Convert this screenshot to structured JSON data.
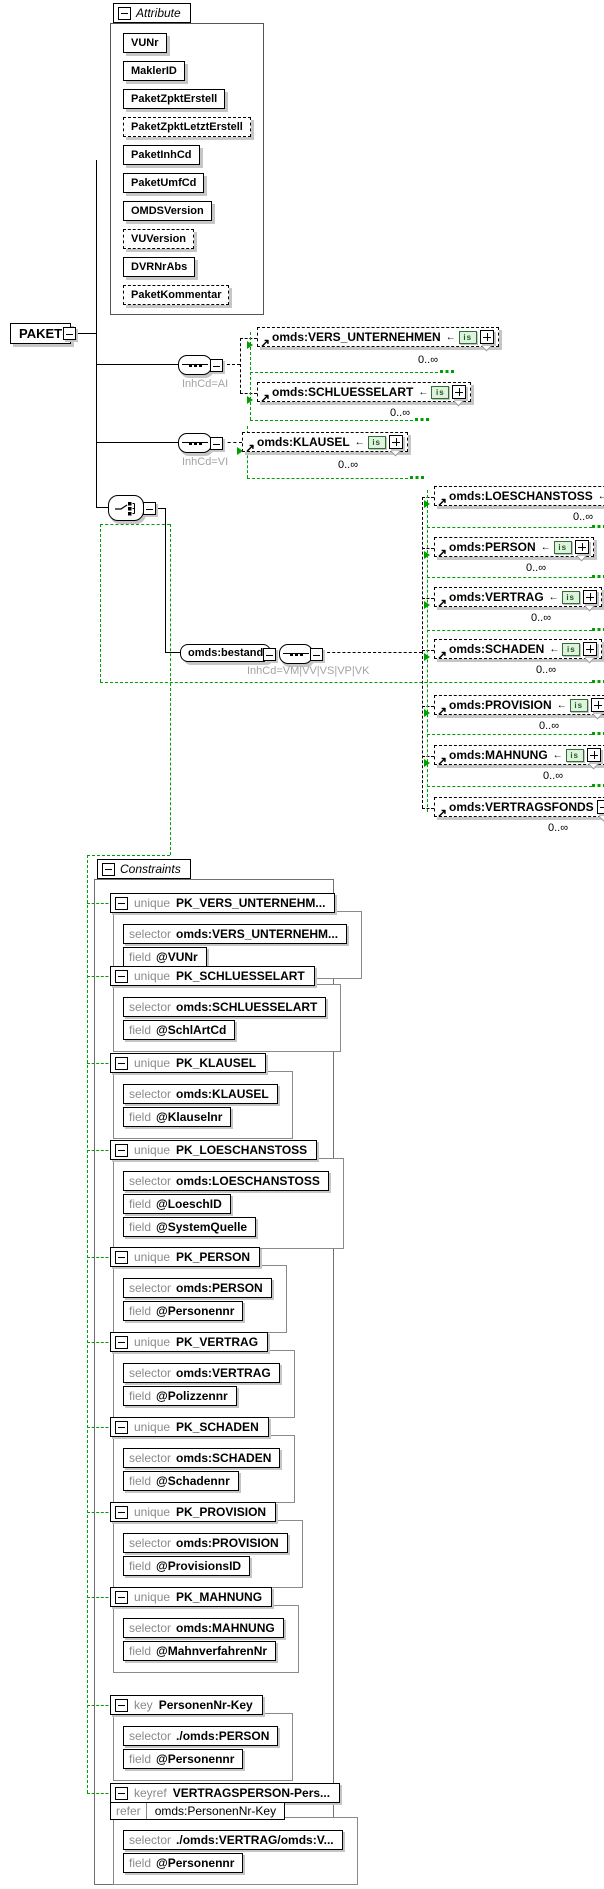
{
  "root": {
    "label": "PAKET"
  },
  "icons": {
    "reference_arrow": "↗",
    "left_arrow": "←"
  },
  "badges": {
    "reference": "is"
  },
  "attributes": {
    "header": "Attribute",
    "items": [
      {
        "label": "VUNr",
        "optional": false
      },
      {
        "label": "MaklerID",
        "optional": false
      },
      {
        "label": "PaketZpktErstell",
        "optional": false
      },
      {
        "label": "PaketZpktLetztErstell",
        "optional": true
      },
      {
        "label": "PaketInhCd",
        "optional": false
      },
      {
        "label": "PaketUmfCd",
        "optional": false
      },
      {
        "label": "OMDSVersion",
        "optional": false
      },
      {
        "label": "VUVersion",
        "optional": true
      },
      {
        "label": "DVRNrAbs",
        "optional": false
      },
      {
        "label": "PaketKommentar",
        "optional": true
      }
    ]
  },
  "branches": {
    "ai": {
      "condition": "InhCd=AI",
      "children": [
        {
          "label": "omds:VERS_UNTERNEHMEN",
          "occurs": "0..∞"
        },
        {
          "label": "omds:SCHLUESSELART",
          "occurs": "0..∞"
        }
      ]
    },
    "vi": {
      "condition": "InhCd=VI",
      "children": [
        {
          "label": "omds:KLAUSEL",
          "occurs": "0..∞"
        }
      ]
    },
    "bestand": {
      "label": "omds:bestand",
      "condition": "InhCd=VM|VV|VS|VP|VK",
      "children": [
        {
          "label": "omds:LOESCHANSTOSS",
          "occurs": "0..∞"
        },
        {
          "label": "omds:PERSON",
          "occurs": "0..∞"
        },
        {
          "label": "omds:VERTRAG",
          "occurs": "0..∞"
        },
        {
          "label": "omds:SCHADEN",
          "occurs": "0..∞"
        },
        {
          "label": "omds:PROVISION",
          "occurs": "0..∞"
        },
        {
          "label": "omds:MAHNUNG",
          "occurs": "0..∞"
        },
        {
          "label": "omds:VERTRAGSFONDS",
          "occurs": "0..∞"
        }
      ]
    }
  },
  "keywords": {
    "selector": "selector",
    "field": "field",
    "refer": "refer"
  },
  "constraints": {
    "header": "Constraints",
    "items": [
      {
        "kind": "unique",
        "name": "PK_VERS_UNTERNEHM...",
        "selector": "omds:VERS_UNTERNEHM...",
        "fields": [
          "@VUNr"
        ]
      },
      {
        "kind": "unique",
        "name": "PK_SCHLUESSELART",
        "selector": "omds:SCHLUESSELART",
        "fields": [
          "@SchlArtCd"
        ]
      },
      {
        "kind": "unique",
        "name": "PK_KLAUSEL",
        "selector": "omds:KLAUSEL",
        "fields": [
          "@Klauselnr"
        ]
      },
      {
        "kind": "unique",
        "name": "PK_LOESCHANSTOSS",
        "selector": "omds:LOESCHANSTOSS",
        "fields": [
          "@LoeschID",
          "@SystemQuelle"
        ]
      },
      {
        "kind": "unique",
        "name": "PK_PERSON",
        "selector": "omds:PERSON",
        "fields": [
          "@Personennr"
        ]
      },
      {
        "kind": "unique",
        "name": "PK_VERTRAG",
        "selector": "omds:VERTRAG",
        "fields": [
          "@Polizzennr"
        ]
      },
      {
        "kind": "unique",
        "name": "PK_SCHADEN",
        "selector": "omds:SCHADEN",
        "fields": [
          "@Schadennr"
        ]
      },
      {
        "kind": "unique",
        "name": "PK_PROVISION",
        "selector": "omds:PROVISION",
        "fields": [
          "@ProvisionsID"
        ]
      },
      {
        "kind": "unique",
        "name": "PK_MAHNUNG",
        "selector": "omds:MAHNUNG",
        "fields": [
          "@MahnverfahrenNr"
        ]
      },
      {
        "kind": "key",
        "name": "PersonenNr-Key",
        "selector": "./omds:PERSON",
        "fields": [
          "@Personennr"
        ]
      },
      {
        "kind": "keyref",
        "name": "VERTRAGSPERSON-Pers...",
        "refer": "omds:PersonenNr-Key",
        "selector": "./omds:VERTRAG/omds:V...",
        "fields": [
          "@Personennr"
        ]
      }
    ]
  }
}
